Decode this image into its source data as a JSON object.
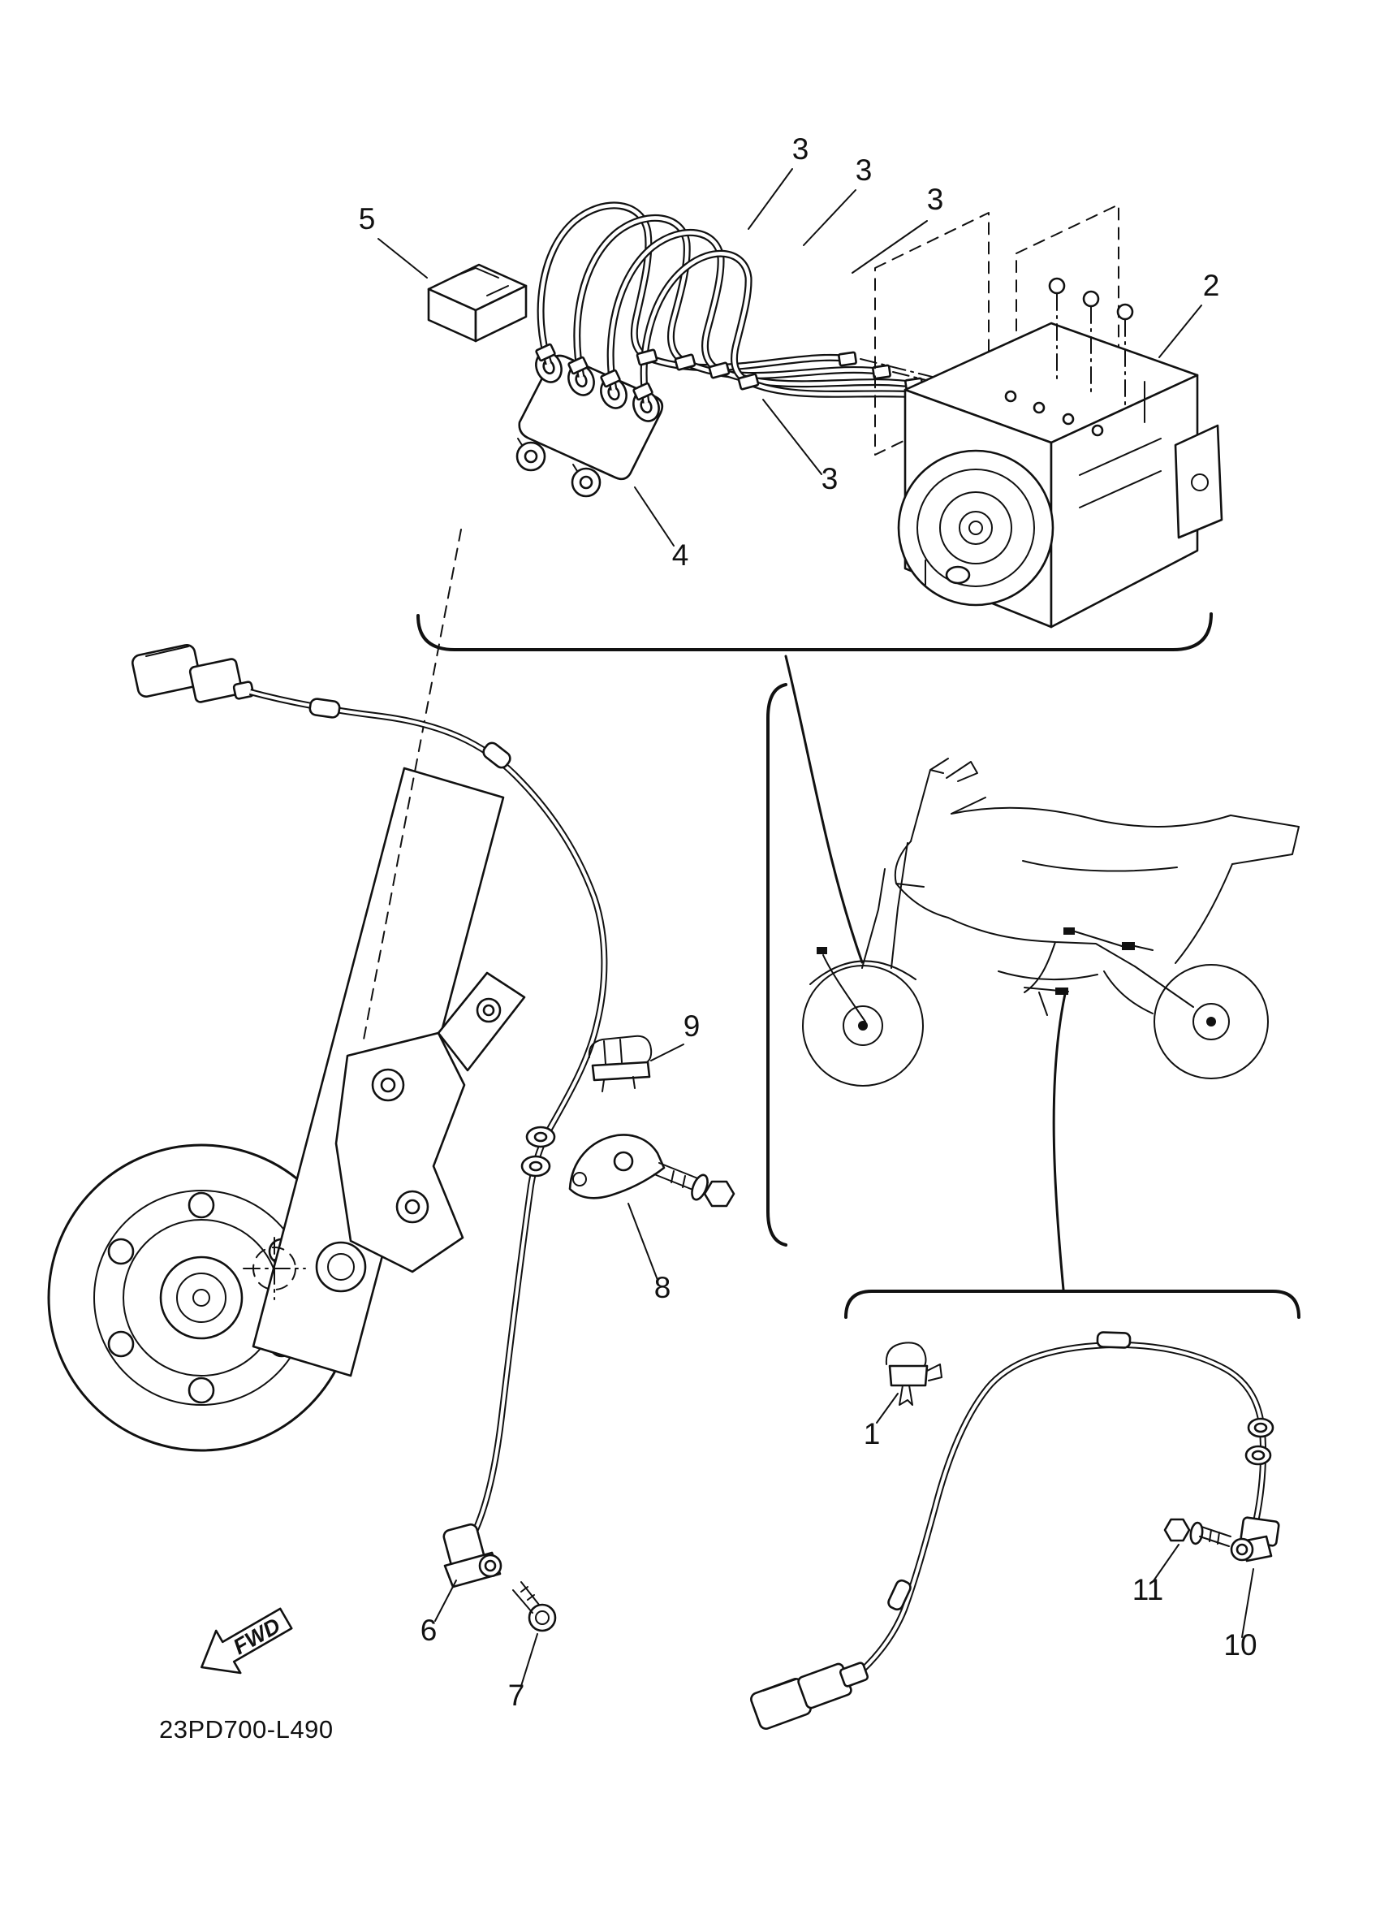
{
  "page": {
    "background": "#ffffff",
    "ink": "#111111"
  },
  "footer": {
    "part_code": "23PD700-L490"
  },
  "fwd_arrow": {
    "label": "FWD"
  },
  "callouts": [
    {
      "label": "3",
      "target": "brake-pipe"
    },
    {
      "label": "3",
      "target": "brake-pipe"
    },
    {
      "label": "3",
      "target": "brake-pipe"
    },
    {
      "label": "5",
      "target": "connector-cover"
    },
    {
      "label": "2",
      "target": "abs-hydraulic-unit"
    },
    {
      "label": "3",
      "target": "brake-pipe"
    },
    {
      "label": "4",
      "target": "pipe-holder"
    },
    {
      "label": "9",
      "target": "cable-clamp"
    },
    {
      "label": "8",
      "target": "sensor-lead-bracket"
    },
    {
      "label": "6",
      "target": "front-wheel-sensor"
    },
    {
      "label": "7",
      "target": "sensor-bolt"
    },
    {
      "label": "1",
      "target": "harness-clamp"
    },
    {
      "label": "11",
      "target": "rear-sensor-bolt"
    },
    {
      "label": "10",
      "target": "rear-wheel-sensor"
    }
  ]
}
